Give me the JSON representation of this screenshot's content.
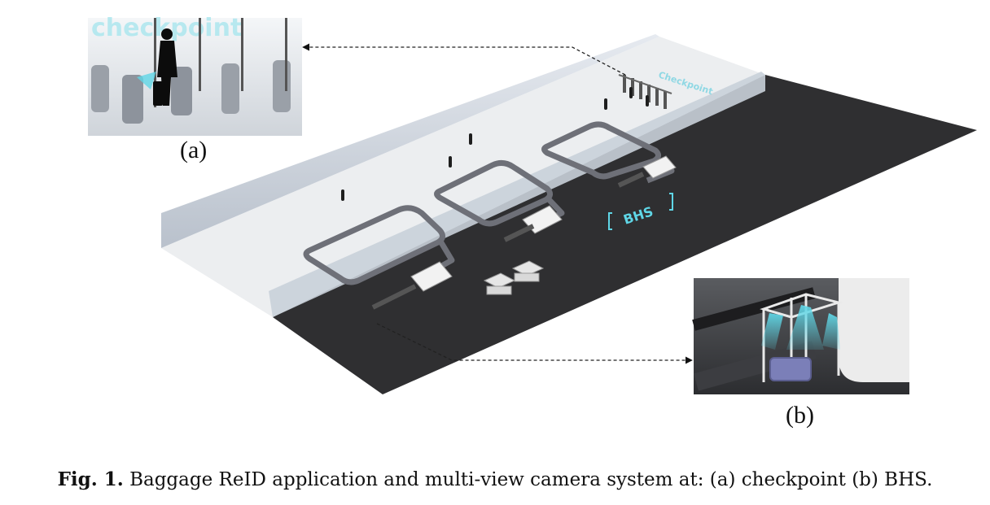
{
  "figure": {
    "scene_labels": {
      "checkpoint_sign": "Checkpoint",
      "bhs_sign": "BHS"
    },
    "inset_a": {
      "label": "(a)",
      "sign_text": "checkpoint"
    },
    "inset_b": {
      "label": "(b)"
    }
  },
  "caption": {
    "prefix": "Fig. 1.",
    "text": "Baggage ReID application and multi-view camera system at: (a) checkpoint (b) BHS."
  },
  "colors": {
    "floor_dark": "#2f2f31",
    "floor_light": "#eceef0",
    "wall": "#d6dbe2",
    "accent_cyan": "#5fd6e6",
    "belt": "#6e7078",
    "luggage": "#7b7fb8"
  }
}
